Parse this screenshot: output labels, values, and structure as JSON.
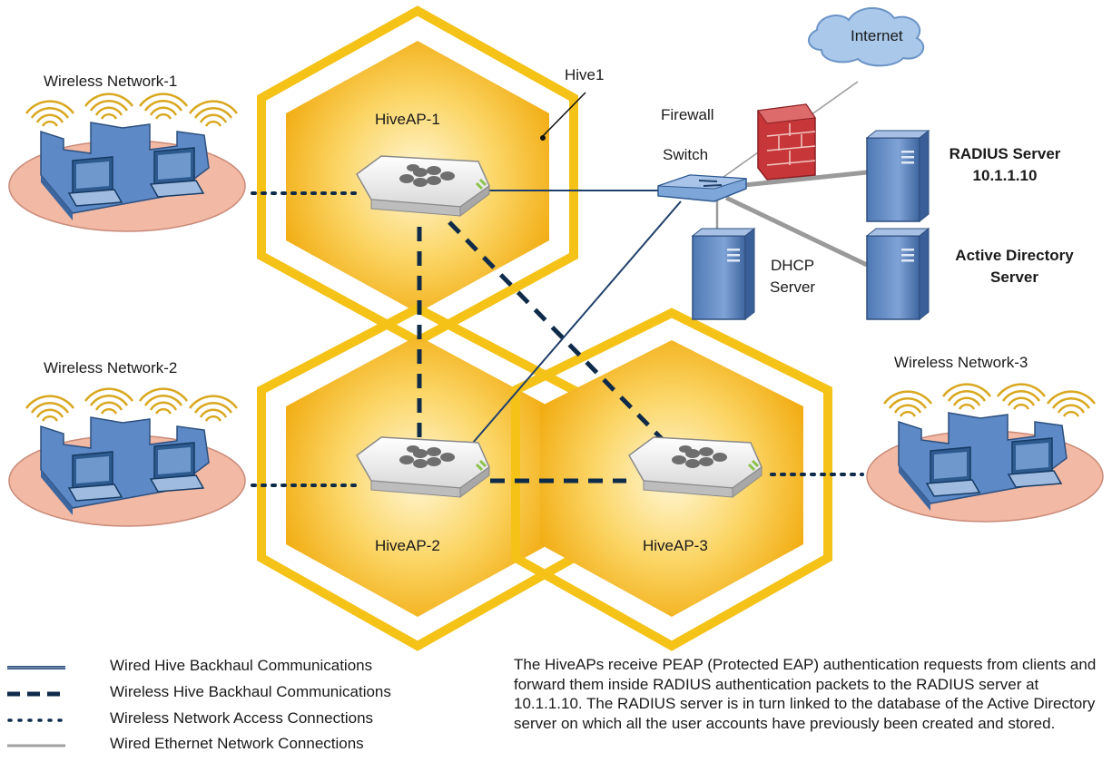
{
  "labels": {
    "wireless_network_1": "Wireless Network-1",
    "wireless_network_2": "Wireless Network-2",
    "wireless_network_3": "Wireless Network-3",
    "hive1": "Hive1",
    "hiveap_1": "HiveAP-1",
    "hiveap_2": "HiveAP-2",
    "hiveap_3": "HiveAP-3",
    "internet": "Internet",
    "firewall": "Firewall",
    "switch": "Switch",
    "radius_server_line1": "RADIUS Server",
    "radius_server_line2": "10.1.1.10",
    "dhcp_line1": "DHCP",
    "dhcp_line2": "Server",
    "ad_line1": "Active Directory",
    "ad_line2": "Server"
  },
  "legend": [
    {
      "style": "wired-hive-backhaul",
      "label": "Wired Hive Backhaul Communications"
    },
    {
      "style": "wireless-hive-backhaul",
      "label": "Wireless Hive Backhaul Communications"
    },
    {
      "style": "wireless-access",
      "label": "Wireless Network Access Connections"
    },
    {
      "style": "wired-ethernet",
      "label": "Wired Ethernet Network Connections"
    }
  ],
  "description": "The HiveAPs receive PEAP (Protected EAP) authentication requests from clients and forward them inside RADIUS authentication packets to the RADIUS server at 10.1.1.10. The RADIUS server is in turn linked to the database of the Active Directory server on which all the user accounts have previously been created and stored.",
  "colors": {
    "hive_outline": "#f5c218",
    "hive_fill_center": "#fff6cf",
    "hive_fill_edge": "#f3b316",
    "backhaul": "#0f2b4a",
    "server": "#5b86c2",
    "ellipse": "#f0b7a3",
    "cloud": "#a9c8ea"
  }
}
